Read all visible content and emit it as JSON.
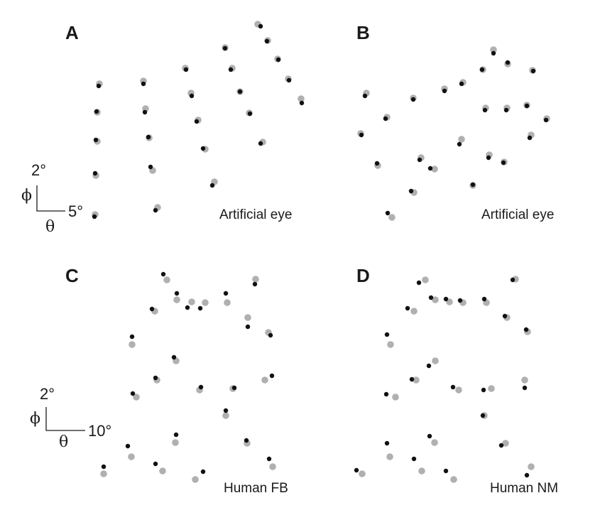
{
  "figure": {
    "bg": "#ffffff",
    "gray_color": "#b0b0b0",
    "black_color": "#111111"
  },
  "scalebars": [
    {
      "phi_symbol": "ϕ",
      "theta_symbol": "θ",
      "phi_value": "2°",
      "theta_value": "5°"
    },
    {
      "phi_symbol": "ϕ",
      "theta_symbol": "θ",
      "phi_value": "2°",
      "theta_value": "10°"
    }
  ],
  "chart_data": [
    {
      "type": "scatter",
      "panel_label": "A",
      "caption": "Artificial eye",
      "series": [
        {
          "color": "#b0b0b0",
          "points": [
            [
              140,
              118
            ],
            [
              137,
              158
            ],
            [
              137,
              199
            ],
            [
              135,
              247
            ],
            [
              134,
              302
            ],
            [
              202,
              114
            ],
            [
              205,
              153
            ],
            [
              210,
              194
            ],
            [
              215,
              240
            ],
            [
              222,
              292
            ],
            [
              261,
              96
            ],
            [
              269,
              131
            ],
            [
              279,
              169
            ],
            [
              289,
              210
            ],
            [
              302,
              256
            ],
            [
              317,
              67
            ],
            [
              327,
              96
            ],
            [
              338,
              129
            ],
            [
              351,
              159
            ],
            [
              370,
              200
            ],
            [
              363,
              34
            ],
            [
              377,
              57
            ],
            [
              391,
              83
            ],
            [
              406,
              111
            ],
            [
              424,
              139
            ]
          ]
        },
        {
          "color": "#111111",
          "points": [
            [
              139,
              121
            ],
            [
              136,
              157
            ],
            [
              135,
              197
            ],
            [
              134,
              244
            ],
            [
              133,
              305
            ],
            [
              202,
              118
            ],
            [
              204,
              158
            ],
            [
              209,
              193
            ],
            [
              212,
              235
            ],
            [
              219,
              296
            ],
            [
              262,
              98
            ],
            [
              270,
              135
            ],
            [
              277,
              171
            ],
            [
              286,
              209
            ],
            [
              299,
              261
            ],
            [
              317,
              68
            ],
            [
              325,
              98
            ],
            [
              338,
              129
            ],
            [
              352,
              160
            ],
            [
              367,
              202
            ],
            [
              367,
              37
            ],
            [
              376,
              58
            ],
            [
              392,
              84
            ],
            [
              407,
              113
            ],
            [
              425,
              145
            ]
          ]
        }
      ]
    },
    {
      "type": "scatter",
      "panel_label": "B",
      "caption": "Artificial eye",
      "series": [
        {
          "color": "#b0b0b0",
          "points": [
            [
              516,
              131
            ],
            [
              545,
              165
            ],
            [
              508,
              188
            ],
            [
              532,
              233
            ],
            [
              582,
              138
            ],
            [
              593,
              222
            ],
            [
              612,
              238
            ],
            [
              583,
              271
            ],
            [
              552,
              306
            ],
            [
              626,
              125
            ],
            [
              652,
              116
            ],
            [
              650,
              196
            ],
            [
              689,
              218
            ],
            [
              666,
              261
            ],
            [
              680,
              98
            ],
            [
              695,
              70
            ],
            [
              715,
              90
            ],
            [
              750,
              99
            ],
            [
              684,
              152
            ],
            [
              714,
              152
            ],
            [
              742,
              148
            ],
            [
              770,
              167
            ],
            [
              748,
              190
            ],
            [
              710,
              228
            ]
          ]
        },
        {
          "color": "#111111",
          "points": [
            [
              514,
              135
            ],
            [
              543,
              167
            ],
            [
              509,
              190
            ],
            [
              531,
              230
            ],
            [
              582,
              140
            ],
            [
              591,
              225
            ],
            [
              606,
              237
            ],
            [
              579,
              269
            ],
            [
              546,
              300
            ],
            [
              626,
              128
            ],
            [
              650,
              118
            ],
            [
              647,
              203
            ],
            [
              688,
              222
            ],
            [
              666,
              260
            ],
            [
              679,
              98
            ],
            [
              695,
              75
            ],
            [
              715,
              88
            ],
            [
              751,
              100
            ],
            [
              683,
              155
            ],
            [
              713,
              155
            ],
            [
              742,
              149
            ],
            [
              769,
              169
            ],
            [
              746,
              194
            ],
            [
              709,
              229
            ]
          ]
        }
      ]
    },
    {
      "type": "scatter",
      "panel_label": "C",
      "caption": "Human FB",
      "series": [
        {
          "color": "#b0b0b0",
          "points": [
            [
              235,
              394
            ],
            [
              249,
              422
            ],
            [
              270,
              425
            ],
            [
              289,
              426
            ],
            [
              218,
              438
            ],
            [
              320,
              426
            ],
            [
              360,
              393
            ],
            [
              349,
              447
            ],
            [
              378,
              468
            ],
            [
              186,
              485
            ],
            [
              248,
              508
            ],
            [
              221,
              535
            ],
            [
              192,
              559
            ],
            [
              281,
              549
            ],
            [
              328,
              547
            ],
            [
              373,
              535
            ],
            [
              318,
              585
            ],
            [
              247,
              623
            ],
            [
              185,
              643
            ],
            [
              146,
              667
            ],
            [
              229,
              663
            ],
            [
              275,
              675
            ],
            [
              348,
              624
            ],
            [
              384,
              657
            ]
          ]
        },
        {
          "color": "#111111",
          "points": [
            [
              230,
              386
            ],
            [
              249,
              413
            ],
            [
              264,
              433
            ],
            [
              282,
              434
            ],
            [
              214,
              435
            ],
            [
              318,
              413
            ],
            [
              359,
              400
            ],
            [
              349,
              460
            ],
            [
              381,
              472
            ],
            [
              186,
              474
            ],
            [
              245,
              503
            ],
            [
              219,
              532
            ],
            [
              187,
              554
            ],
            [
              283,
              545
            ],
            [
              330,
              546
            ],
            [
              383,
              529
            ],
            [
              318,
              578
            ],
            [
              248,
              612
            ],
            [
              180,
              628
            ],
            [
              146,
              657
            ],
            [
              219,
              653
            ],
            [
              286,
              664
            ],
            [
              347,
              620
            ],
            [
              379,
              646
            ]
          ]
        }
      ]
    },
    {
      "type": "scatter",
      "panel_label": "D",
      "caption": "Human NM",
      "series": [
        {
          "color": "#b0b0b0",
          "points": [
            [
              599,
              394
            ],
            [
              613,
              422
            ],
            [
              633,
              425
            ],
            [
              652,
              426
            ],
            [
              583,
              438
            ],
            [
              685,
              426
            ],
            [
              726,
              393
            ],
            [
              714,
              447
            ],
            [
              743,
              467
            ],
            [
              550,
              485
            ],
            [
              613,
              508
            ],
            [
              586,
              535
            ],
            [
              557,
              559
            ],
            [
              646,
              549
            ],
            [
              692,
              547
            ],
            [
              739,
              535
            ],
            [
              682,
              585
            ],
            [
              612,
              623
            ],
            [
              549,
              643
            ],
            [
              510,
              667
            ],
            [
              594,
              663
            ],
            [
              639,
              675
            ],
            [
              712,
              624
            ],
            [
              748,
              657
            ]
          ]
        },
        {
          "color": "#111111",
          "points": [
            [
              590,
              398
            ],
            [
              607,
              419
            ],
            [
              628,
              421
            ],
            [
              648,
              423
            ],
            [
              574,
              434
            ],
            [
              682,
              421
            ],
            [
              722,
              394
            ],
            [
              711,
              445
            ],
            [
              741,
              464
            ],
            [
              545,
              471
            ],
            [
              604,
              515
            ],
            [
              580,
              534
            ],
            [
              544,
              555
            ],
            [
              638,
              545
            ],
            [
              681,
              549
            ],
            [
              739,
              546
            ],
            [
              680,
              585
            ],
            [
              605,
              614
            ],
            [
              545,
              624
            ],
            [
              502,
              662
            ],
            [
              583,
              646
            ],
            [
              628,
              663
            ],
            [
              706,
              627
            ],
            [
              742,
              669
            ]
          ]
        }
      ]
    }
  ]
}
